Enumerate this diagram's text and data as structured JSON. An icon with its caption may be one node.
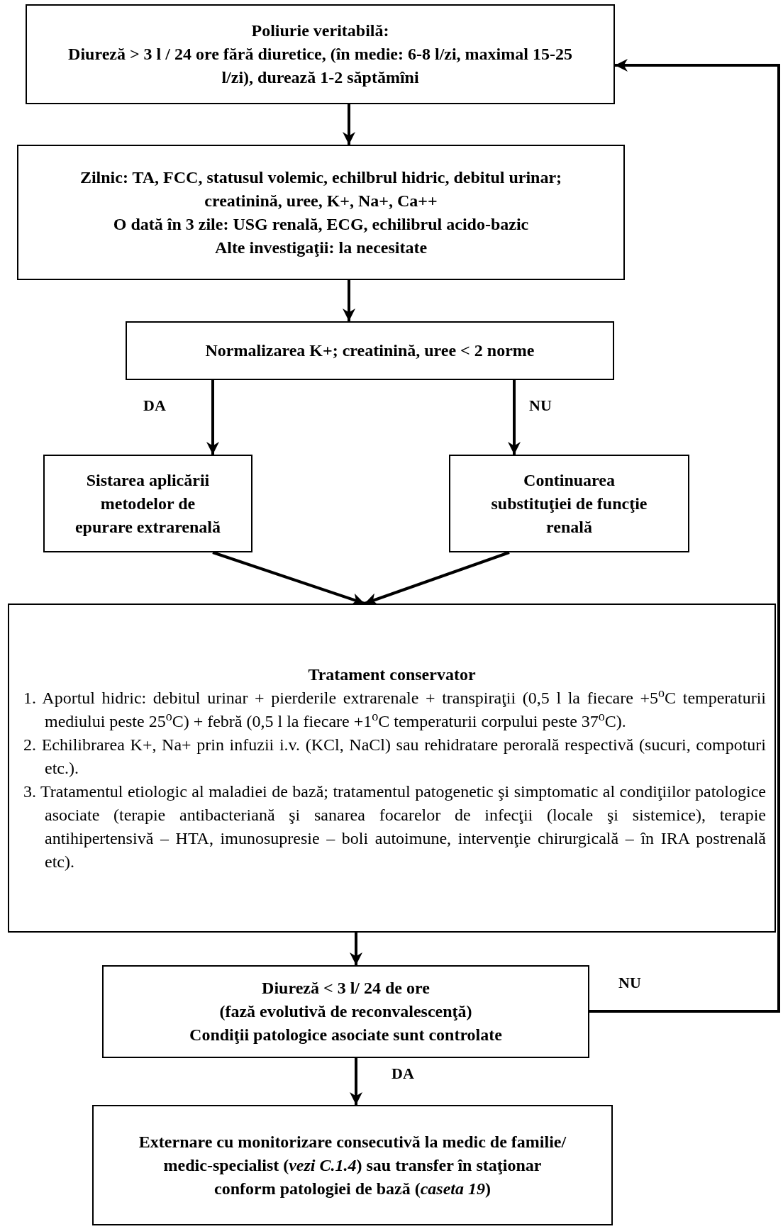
{
  "diagram": {
    "nodes": [
      {
        "text": [
          "Poliurie veritabilă:",
          "Diureză > 3 l / 24 ore fără diuretice, (în medie: 6-8 l/zi, maximal 15-25 l/zi), durează 1-2 săptămîni"
        ]
      },
      {
        "text": [
          "Zilnic: TA, FCC, statusul volemic, echilbrul hidric, debitul urinar; creatinină, uree, K+, Na+, Ca++",
          "O dată în 3 zile: USG renală, ECG, echilibrul acido-bazic",
          "Alte investigaţii: la necesitate"
        ]
      },
      {
        "text": [
          "Normalizarea K+; creatinină, uree < 2 norme"
        ]
      },
      {
        "text": [
          "Sistarea aplicării metodelor de epurare extrarenală"
        ]
      },
      {
        "text": [
          "Continuarea substituţiei de funcţie renală"
        ]
      },
      {
        "text": [
          "Tratament conservator",
          "1. Aportul hidric: debitul urinar + pierderile extrarenale + transpiraţii (0,5 l la fiecare +5$^{o}$C temperaturii mediului peste 25$^{o}$C) + febră (0,5 l la fiecare +1$^{o}$C temperaturii corpului peste 37$^{o}$C).",
          "2. Echilibrarea K+, Na+ prin infuzii i.v. (KCl, NaCl) sau rehidratare perorală respectivă (sucuri, compoturi etc.).",
          "3. Tratamentul etiologic al maladiei de bază; tratamentul patogenetic şi simptomatic al condiţiilor patologice asociate (terapie antibacteriană şi sanarea focarelor de infecţii (locale şi sistemice), terapie antihipertensivă – HTA, imunosupresie – boli autoimune, intervenţie chirurgicală – în IRA postrenală etc)."
        ]
      },
      {
        "text": [
          "Diureză < 3 l/ 24 de ore",
          "(fază evolutivă de reconvalescenţă)",
          "Condiţii patologice asociate sunt controlate"
        ]
      },
      {
        "text": [
          "Externare cu monitorizare consecutivă la medic de familie/ medic-specialist (*vezi C.1.4*) sau transfer în staţionar conform patologiei de bază (*caseta 19*)"
        ]
      }
    ],
    "edges": [
      {
        "from": 0,
        "to": 1,
        "arrow": "to"
      },
      {
        "from": 1,
        "to": 2,
        "arrow": "to"
      },
      {
        "from": 2,
        "to": 3,
        "arrow": "to",
        "label": "DA"
      },
      {
        "from": 2,
        "to": 4,
        "arrow": "to",
        "label": "NU"
      },
      {
        "from": 3,
        "to": 5,
        "arrow": "to"
      },
      {
        "from": 4,
        "to": 5,
        "arrow": "to"
      },
      {
        "from": 5,
        "to": 6,
        "arrow": "to"
      },
      {
        "from": 6,
        "to": 7,
        "arrow": "to",
        "label": "DA"
      },
      {
        "from": 6,
        "to": 0,
        "arrow": "to",
        "label": "NU"
      }
    ]
  }
}
